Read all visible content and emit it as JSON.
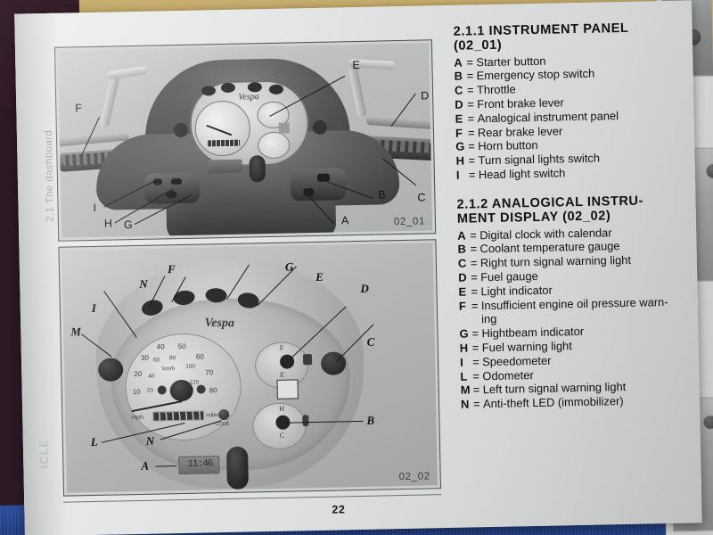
{
  "desk": {
    "bg_purple": "#2c1822",
    "bg_tan": "#c2a563",
    "bg_blue": "#22418a",
    "page_color": "#e4e6e6"
  },
  "page": {
    "running_head": "2.1 The dashboard",
    "edge_text": "ICLE",
    "page_number": "22"
  },
  "figures": [
    {
      "caption": "02_01",
      "labels": [
        "E",
        "D",
        "F",
        "I",
        "H",
        "G",
        "A",
        "B",
        "C"
      ]
    },
    {
      "caption": "02_02",
      "labels": [
        "N",
        "F",
        "G",
        "E",
        "D",
        "I",
        "M",
        "C",
        "B",
        "L",
        "N",
        "A"
      ]
    }
  ],
  "gauge": {
    "brand": "Vespa",
    "mph_label": "mph",
    "miles_label": "miles",
    "kmh_label": "km/h",
    "code_label": "CODE",
    "odometer": "00000",
    "clock": "11:46",
    "mph_ticks": [
      "10",
      "20",
      "30",
      "40",
      "50",
      "60",
      "70",
      "80"
    ],
    "kmh_ticks": [
      "20",
      "40",
      "60",
      "80",
      "100",
      "120"
    ],
    "fuel_high": "F",
    "fuel_low": "E",
    "temp_high": "H",
    "temp_low": "C"
  },
  "sections": [
    {
      "id": "2.1.1",
      "heading_line1": "2.1.1 INSTRUMENT PANEL",
      "heading_line2": "(02_01)",
      "items": [
        {
          "key": "A",
          "eq": "=",
          "value": "Starter button"
        },
        {
          "key": "B",
          "eq": "=",
          "value": "Emergency stop switch"
        },
        {
          "key": "C",
          "eq": "=",
          "value": "Throttle"
        },
        {
          "key": "D",
          "eq": "=",
          "value": "Front brake lever"
        },
        {
          "key": "E",
          "eq": "=",
          "value": "Analogical instrument panel"
        },
        {
          "key": "F",
          "eq": "=",
          "value": "Rear brake lever"
        },
        {
          "key": "G",
          "eq": "=",
          "value": "Horn button"
        },
        {
          "key": "H",
          "eq": "=",
          "value": "Turn signal lights switch"
        },
        {
          "key": "I",
          "eq": "=",
          "value": "Head light switch"
        }
      ]
    },
    {
      "id": "2.1.2",
      "heading_line1": "2.1.2 ANALOGICAL INSTRU-",
      "heading_line2": "MENT DISPLAY (02_02)",
      "items": [
        {
          "key": "A",
          "eq": "=",
          "value": "Digital clock with calendar"
        },
        {
          "key": "B",
          "eq": "=",
          "value": "Coolant temperature gauge"
        },
        {
          "key": "C",
          "eq": "=",
          "value": "Right turn signal warning light"
        },
        {
          "key": "D",
          "eq": "=",
          "value": "Fuel gauge"
        },
        {
          "key": "E",
          "eq": "=",
          "value": "Light indicator"
        },
        {
          "key": "F",
          "eq": "=",
          "value": "Insufficient engine oil pressure warn-",
          "cont": "ing"
        },
        {
          "key": "G",
          "eq": "=",
          "value": "Hightbeam indicator"
        },
        {
          "key": "H",
          "eq": "=",
          "value": "Fuel warning light"
        },
        {
          "key": "I",
          "eq": "=",
          "value": "Speedometer"
        },
        {
          "key": "L",
          "eq": "=",
          "value": "Odometer"
        },
        {
          "key": "M",
          "eq": "=",
          "value": "Left turn signal warning light"
        },
        {
          "key": "N",
          "eq": "=",
          "value": "Anti-theft LED (immobilizer)"
        }
      ]
    }
  ]
}
